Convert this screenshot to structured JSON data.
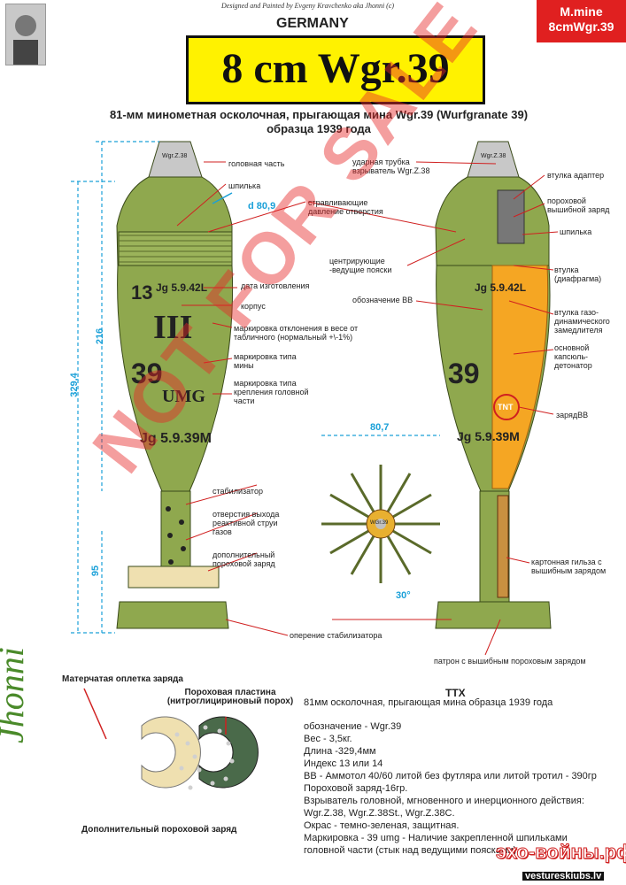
{
  "header": {
    "credit": "Designed and Painted by Evgeny Kravchenko aka Jhonni (c)",
    "country": "GERMANY",
    "title": "8 cm Wgr.39",
    "corner_line1": "M.mine",
    "corner_line2": "8cmWgr.39",
    "subtitle_line1": "81-мм минометная осколочная, прыгающая мина  Wgr.39 (Wurfgranate 39)",
    "subtitle_line2": "образца 1939 года"
  },
  "left_labels": {
    "head": "головная часть",
    "pin": "шпилька",
    "release": "стравливающие давление отверстия",
    "date": "дата изготовления",
    "body": "корпус",
    "weight_mark": "маркировка отклонения в весе от табличного (нормальный +\\-1%)",
    "type_mark": "маркировка типа мины",
    "fix_mark": "маркировка типа крепления головной части",
    "stabilizer": "стабилизатор",
    "gas_holes": "отверстия выхода реактивной струи газов",
    "extra_charge": "дополнительный пороховой заряд",
    "fins": "оперение стабилизатора"
  },
  "right_labels": {
    "fuze": "ударная трубка взрыватель Wgr.Z.38",
    "adapter": "втулка адаптер",
    "powder": "пороховой вышибной заряд",
    "centering": "центрирующие -ведущие пояски",
    "pin": "шпилька",
    "bushing": "втулка (диафрагма)",
    "explosive_mark": "обозначение ВВ",
    "delay": "втулка газо-динамического замедлителя",
    "detonator": "основной капсюль-детонатор",
    "charge": "зарядВВ",
    "tnt": "TNT",
    "cartridge": "картонная гильза с вышибным зарядом",
    "patron": "патрон с вышибным пороховым зарядом"
  },
  "shell_marks": {
    "fuze": "Wgr.Z.38",
    "num": "13",
    "date": "Jg 5.9.42L",
    "roman": "III",
    "type_num": "39",
    "type_txt": "UMG",
    "bottom": "Jg 5.9.39M",
    "base": "WGr.39"
  },
  "dimensions": {
    "d1": "d 80,9",
    "h216": "216",
    "h329": "329,4",
    "h95": "95",
    "w80": "80,7",
    "angle": "30°"
  },
  "bottom_left": {
    "cloth": "Матерчатая оплетка заряда",
    "plate": "Пороховая пластина (нитроглицириновый порох)",
    "caption": "Дополнительный пороховой заряд"
  },
  "ttx": {
    "heading": "ТТХ",
    "sub": "81мм осколочная, прыгающая мина образца 1939 года",
    "lines": [
      "обозначение - Wgr.39",
      "Вес - 3,5кг.",
      "Длина -329,4мм",
      "Индекс 13 или 14",
      "ВВ - Аммотол 40/60 литой без футляра или литой тротил - 390гр",
      "Пороховой заряд-16гр.",
      "Взрыватель головной, мгновенного и инерционного действия: Wgr.Z.38, Wgr.Z.38St., Wgr.Z.38C.",
      "Окрас - темно-зеленая, защитная.",
      "Маркировка - 39 umg - Наличие закрепленной шпильками головной части (стык над ведущими поясками)"
    ]
  },
  "watermark": "NOT FOR SALE",
  "signature": "Jhonni",
  "site1": "эхо-войны.рф",
  "site2": "vestureskiubs.lv",
  "colors": {
    "banner": "#fff200",
    "corner": "#e02020",
    "shell": "#8fa84e",
    "explosive": "#f5a623",
    "dim": "#1aa0d8"
  }
}
